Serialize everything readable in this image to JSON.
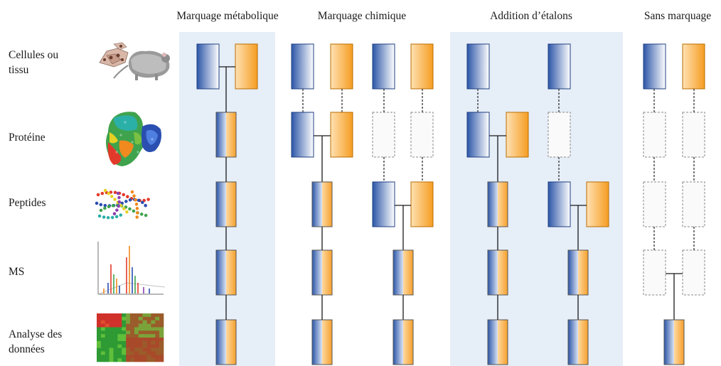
{
  "colors": {
    "panel_bg": "#e6eef8",
    "blue_dark": "#2c56a8",
    "blue_light": "#ffffff",
    "orange_dark": "#f59d22",
    "orange_light": "#ffe1b3",
    "line": "#1a1a1a",
    "dashed_box": "#8a8a8a"
  },
  "headers": {
    "metabolic": "Marquage métabolique",
    "chemical": "Marquage chimique",
    "spike": "Addition d’étalons",
    "labelfree": "Sans marquage"
  },
  "rows": {
    "cells": "Cellules ou tissu",
    "protein": "Protéine",
    "peptides": "Peptides",
    "ms": "MS",
    "data": "Analyse des données"
  },
  "icons": {
    "cells": "cells-and-mouse-icon",
    "protein": "protein-structure-icon",
    "peptides": "peptide-chains-icon",
    "ms": "mass-spectrum-icon",
    "data": "heatmap-icon"
  },
  "workflows": [
    {
      "name": "metabolic",
      "tracks": [
        {
          "mix_at": "cells"
        }
      ]
    },
    {
      "name": "chemical-protein",
      "tracks": [
        {
          "mix_at": "protein"
        }
      ]
    },
    {
      "name": "chemical-peptide",
      "tracks": [
        {
          "mix_at": "peptides"
        }
      ]
    },
    {
      "name": "spike-protein",
      "tracks": [
        {
          "mix_at": "protein"
        }
      ]
    },
    {
      "name": "spike-peptide",
      "tracks": [
        {
          "mix_at": "peptides"
        }
      ]
    },
    {
      "name": "label-free",
      "tracks": [
        {
          "mix_at": "ms"
        }
      ]
    }
  ]
}
